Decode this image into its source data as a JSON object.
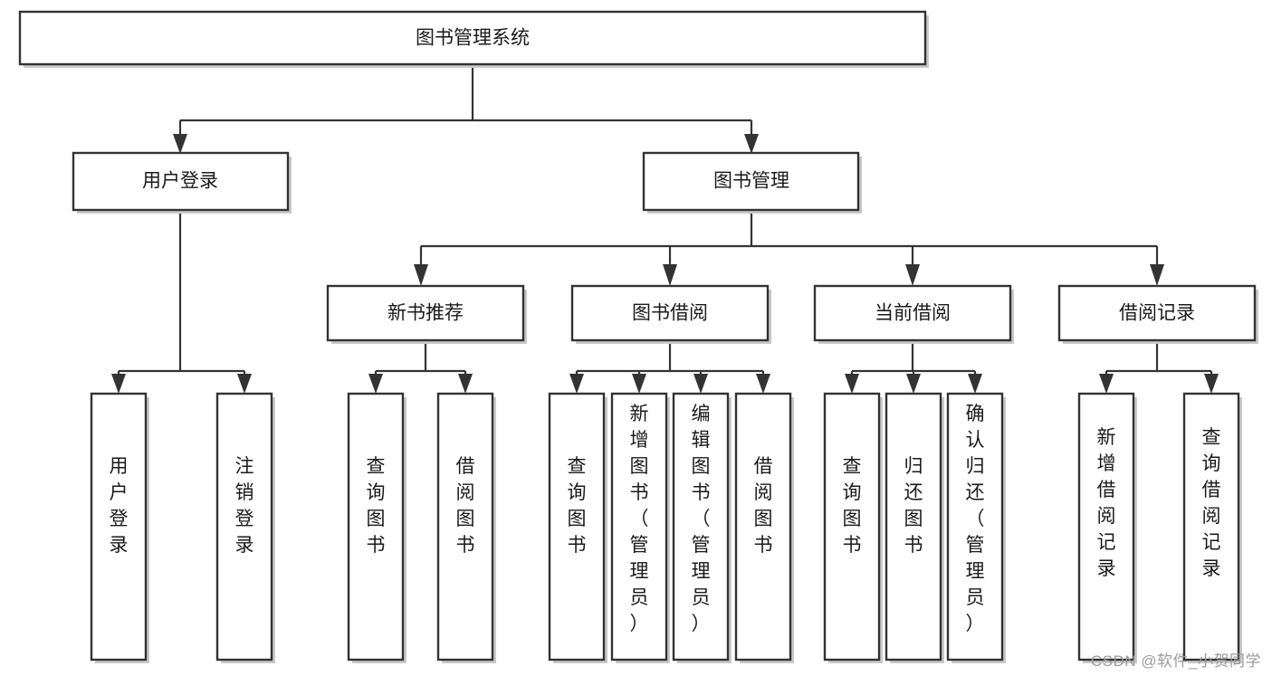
{
  "diagram": {
    "type": "tree-hierarchy",
    "title": "图书管理系统",
    "watermark": "CSDN @软件_小贺同学",
    "colors": {
      "box_fill": "#ffffff",
      "box_stroke": "#333333",
      "line": "#333333",
      "text": "#1a1a1a",
      "watermark": "#9b9b9b",
      "background": "#ffffff"
    },
    "levels": {
      "level1": [
        {
          "id": "root",
          "label": "图书管理系统",
          "orientation": "horizontal"
        }
      ],
      "level2": [
        {
          "id": "user-login",
          "label": "用户登录",
          "orientation": "horizontal"
        },
        {
          "id": "book-manage",
          "label": "图书管理",
          "orientation": "horizontal"
        }
      ],
      "level3": [
        {
          "id": "new-book-recommend",
          "label": "新书推荐",
          "orientation": "horizontal"
        },
        {
          "id": "book-borrow",
          "label": "图书借阅",
          "orientation": "horizontal"
        },
        {
          "id": "current-borrow",
          "label": "当前借阅",
          "orientation": "horizontal"
        },
        {
          "id": "borrow-record",
          "label": "借阅记录",
          "orientation": "horizontal"
        }
      ],
      "level4": [
        {
          "id": "leaf-user-login",
          "label": "用户登录",
          "parent": "user-login",
          "orientation": "vertical"
        },
        {
          "id": "leaf-logout",
          "label": "注销登录",
          "parent": "user-login",
          "orientation": "vertical"
        },
        {
          "id": "leaf-query-book-1",
          "label": "查询图书",
          "parent": "new-book-recommend",
          "orientation": "vertical"
        },
        {
          "id": "leaf-borrow-book-1",
          "label": "借阅图书",
          "parent": "new-book-recommend",
          "orientation": "vertical"
        },
        {
          "id": "leaf-query-book-2",
          "label": "查询图书",
          "parent": "book-borrow",
          "orientation": "vertical"
        },
        {
          "id": "leaf-add-book",
          "label": "新增图书（管理员）",
          "parent": "book-borrow",
          "orientation": "vertical"
        },
        {
          "id": "leaf-edit-book",
          "label": "编辑图书（管理员）",
          "parent": "book-borrow",
          "orientation": "vertical"
        },
        {
          "id": "leaf-borrow-book-2",
          "label": "借阅图书",
          "parent": "book-borrow",
          "orientation": "vertical"
        },
        {
          "id": "leaf-query-book-3",
          "label": "查询图书",
          "parent": "current-borrow",
          "orientation": "vertical"
        },
        {
          "id": "leaf-return-book",
          "label": "归还图书",
          "parent": "current-borrow",
          "orientation": "vertical"
        },
        {
          "id": "leaf-confirm-return",
          "label": "确认归还（管理员）",
          "parent": "current-borrow",
          "orientation": "vertical"
        },
        {
          "id": "leaf-add-record",
          "label": "新增借阅记录",
          "parent": "borrow-record",
          "orientation": "vertical"
        },
        {
          "id": "leaf-query-record",
          "label": "查询借阅记录",
          "parent": "borrow-record",
          "orientation": "vertical"
        }
      ]
    }
  }
}
